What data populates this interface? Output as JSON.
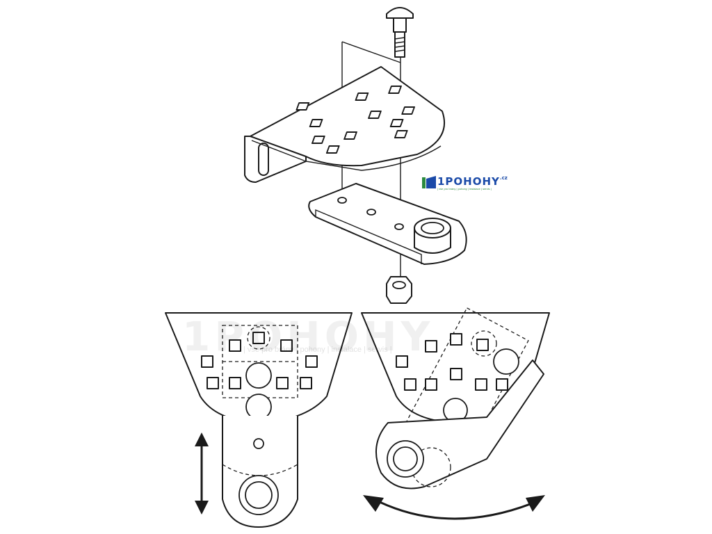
{
  "logo": {
    "name": "1POHOHY",
    "tld": ".cz",
    "tagline": "| vše pro brány | pohony | instalace | servis |",
    "colors": {
      "green": "#2b8a3e",
      "blue": "#1a4aa8"
    }
  },
  "watermark": {
    "text": "1POHOHY",
    "tagline": "| vše pro brány | pohony | instalace | servis |"
  },
  "colors": {
    "line": "#1a1a1a",
    "dashed": "#1a1a1a",
    "background": "#ffffff"
  }
}
